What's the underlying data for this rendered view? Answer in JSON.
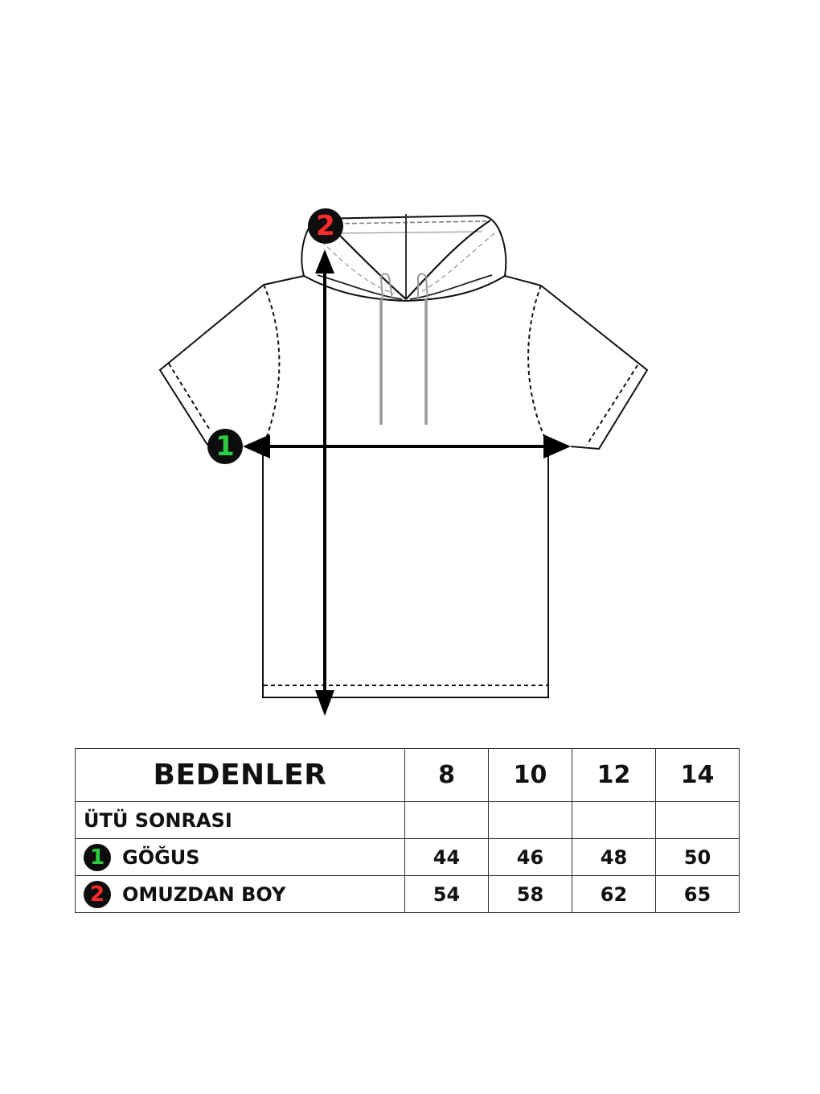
{
  "colors": {
    "marker_bg": "#0d0d0d",
    "chest_marker": "#2ecc40",
    "length_marker": "#ff2a2a",
    "outline": "#111111",
    "drawstring": "#9a9a9a",
    "table_border": "#333333"
  },
  "diagram": {
    "garment": "short-sleeve hooded t-shirt",
    "markers": [
      {
        "number": "1",
        "meaning": "chest width",
        "color": "#2ecc40"
      },
      {
        "number": "2",
        "meaning": "length from shoulder",
        "color": "#ff2a2a"
      }
    ]
  },
  "table": {
    "title": "BEDENLER",
    "sizes": [
      "8",
      "10",
      "12",
      "14"
    ],
    "rows": [
      {
        "marker": "",
        "label": "ÜTÜ SONRASI",
        "values": [
          "",
          "",
          "",
          ""
        ]
      },
      {
        "marker": "1",
        "label": "GÖĞUS",
        "values": [
          "44",
          "46",
          "48",
          "50"
        ]
      },
      {
        "marker": "2",
        "label": "OMUZDAN BOY",
        "values": [
          "54",
          "58",
          "62",
          "65"
        ]
      }
    ]
  }
}
